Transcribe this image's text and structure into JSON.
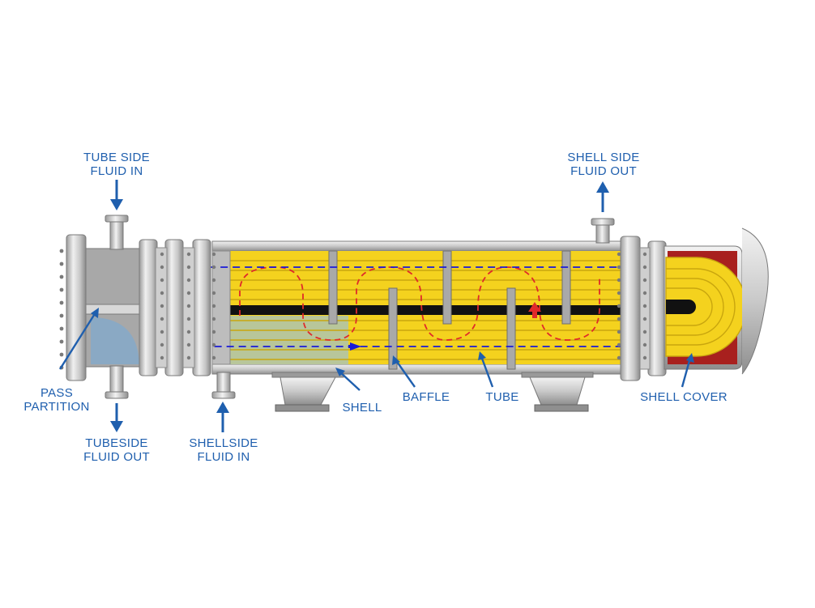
{
  "labels": {
    "tube_side_in": [
      "TUBE SIDE",
      "FLUID IN"
    ],
    "shell_side_out": [
      "SHELL SIDE",
      "FLUID OUT"
    ],
    "pass_partition": [
      "PASS",
      "PARTITION"
    ],
    "tubeside_out": [
      "TUBESIDE",
      "FLUID OUT"
    ],
    "shellside_in": [
      "SHELLSIDE",
      "FLUID IN"
    ],
    "shell": "SHELL",
    "baffle": "BAFFLE",
    "tube": "TUBE",
    "shell_cover": "SHELL COVER"
  },
  "colors": {
    "label_blue": "#1f5fae",
    "tube_yellow": "#f4d21e",
    "tube_line": "#c9a60e",
    "metal_light": "#dcdcdc",
    "metal_mid": "#b5b5b5",
    "metal_dark": "#8c8c8c",
    "cover_red": "#a8201e",
    "flow_red": "#e02a2a",
    "flow_blue": "#1a1ad8",
    "channel_blue": "#8aa9c4",
    "entry_green": "#b8c69a"
  }
}
